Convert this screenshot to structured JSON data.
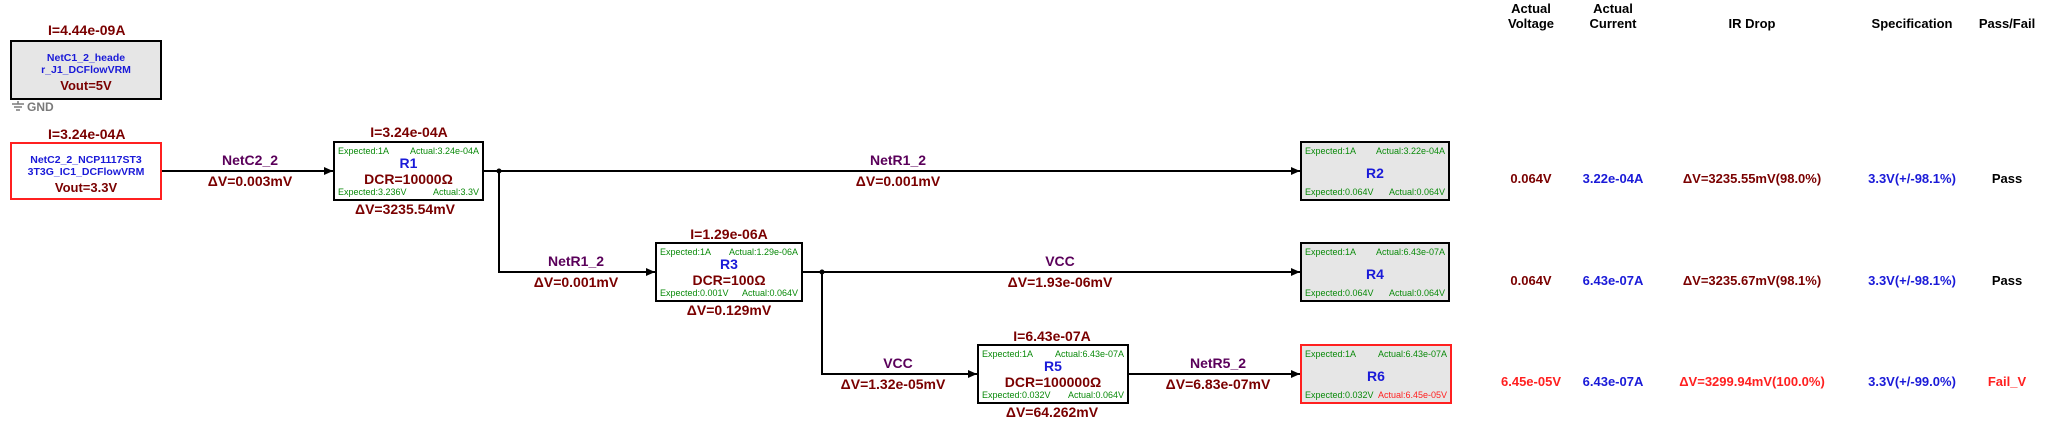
{
  "colors": {
    "current_label": "#7a0000",
    "net_label": "#5a005a",
    "dv_label": "#7a0000",
    "block_name": "#1a1ad8",
    "mini_text": "#0a8a0a",
    "fail": "#ff2020",
    "pass": "#000000",
    "spec": "#1a1ad8"
  },
  "sources": {
    "top": {
      "current": "I=4.44e-09A",
      "name_line1": "NetC1_2_heade",
      "name_line2": "r_J1_DCFlowVRM",
      "vout": "Vout=5V",
      "gnd": "GND"
    },
    "main": {
      "current": "I=3.24e-04A",
      "name_line1": "NetC2_2_NCP1117ST3",
      "name_line2": "3T3G_IC1_DCFlowVRM",
      "vout": "Vout=3.3V"
    }
  },
  "resistors": {
    "r1": {
      "current": "I=3.24e-04A",
      "expected_top": "Expected:1A",
      "actual_top": "Actual:3.24e-04A",
      "name": "R1",
      "dcr": "DCR=10000Ω",
      "expected_bottom": "Expected:3.236V",
      "actual_bottom": "Actual:3.3V",
      "dv": "ΔV=3235.54mV"
    },
    "r3": {
      "current": "I=1.29e-06A",
      "expected_top": "Expected:1A",
      "actual_top": "Actual:1.29e-06A",
      "name": "R3",
      "dcr": "DCR=100Ω",
      "expected_bottom": "Expected:0.001V",
      "actual_bottom": "Actual:0.064V",
      "dv": "ΔV=0.129mV"
    },
    "r5": {
      "current": "I=6.43e-07A",
      "expected_top": "Expected:1A",
      "actual_top": "Actual:6.43e-07A",
      "name": "R5",
      "dcr": "DCR=100000Ω",
      "expected_bottom": "Expected:0.032V",
      "actual_bottom": "Actual:0.064V",
      "dv": "ΔV=64.262mV"
    }
  },
  "loads": {
    "r2": {
      "expected_top": "Expected:1A",
      "actual_top": "Actual:3.22e-04A",
      "name": "R2",
      "expected_bottom": "Expected:0.064V",
      "actual_bottom": "Actual:0.064V"
    },
    "r4": {
      "expected_top": "Expected:1A",
      "actual_top": "Actual:6.43e-07A",
      "name": "R4",
      "expected_bottom": "Expected:0.064V",
      "actual_bottom": "Actual:0.064V"
    },
    "r6": {
      "expected_top": "Expected:1A",
      "actual_top": "Actual:6.43e-07A",
      "name": "R6",
      "expected_bottom": "Expected:0.032V",
      "actual_bottom": "Actual:6.45e-05V"
    }
  },
  "nets": {
    "netc2_2": {
      "name": "NetC2_2",
      "dv": "ΔV=0.003mV"
    },
    "netr1_2_top": {
      "name": "NetR1_2",
      "dv": "ΔV=0.001mV"
    },
    "netr1_2_mid": {
      "name": "NetR1_2",
      "dv": "ΔV=0.001mV"
    },
    "vcc_mid": {
      "name": "VCC",
      "dv": "ΔV=1.93e-06mV"
    },
    "vcc_low": {
      "name": "VCC",
      "dv": "ΔV=1.32e-05mV"
    },
    "netr5_2": {
      "name": "NetR5_2",
      "dv": "ΔV=6.83e-07mV"
    }
  },
  "table": {
    "headers": {
      "actual_voltage_1": "Actual",
      "actual_voltage_2": "Voltage",
      "actual_current_1": "Actual",
      "actual_current_2": "Current",
      "ir_drop": "IR Drop",
      "specification": "Specification",
      "pass_fail": "Pass/Fail"
    },
    "rows": [
      {
        "voltage": "0.064V",
        "current": "3.22e-04A",
        "ir_drop": "ΔV=3235.55mV(98.0%)",
        "spec": "3.3V(+/-98.1%)",
        "result": "Pass"
      },
      {
        "voltage": "0.064V",
        "current": "6.43e-07A",
        "ir_drop": "ΔV=3235.67mV(98.1%)",
        "spec": "3.3V(+/-98.1%)",
        "result": "Pass"
      },
      {
        "voltage": "6.45e-05V",
        "current": "6.43e-07A",
        "ir_drop": "ΔV=3299.94mV(100.0%)",
        "spec": "3.3V(+/-99.0%)",
        "result": "Fail_V"
      }
    ]
  }
}
